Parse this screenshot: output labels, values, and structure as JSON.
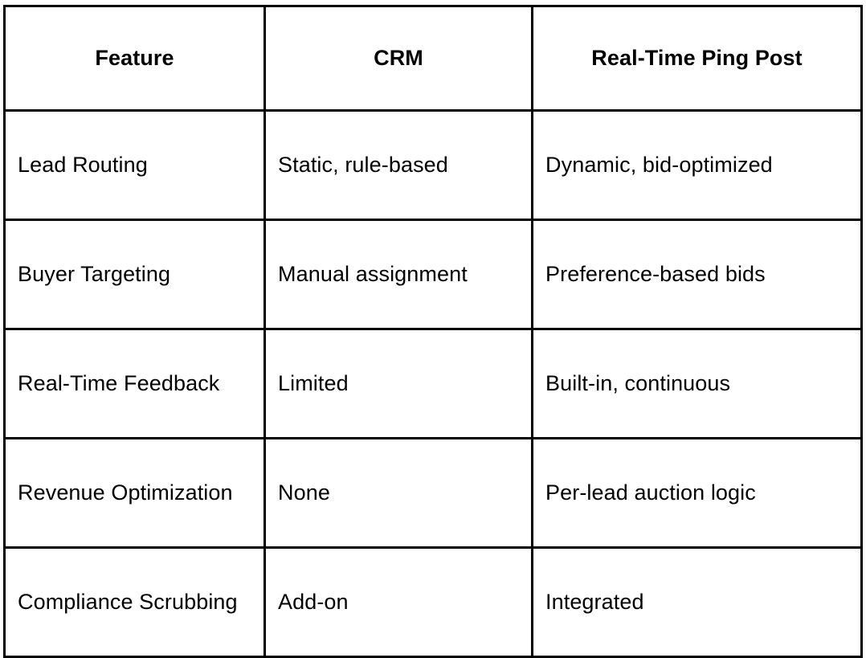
{
  "table": {
    "columns": [
      "Feature",
      "CRM",
      "Real-Time Ping Post"
    ],
    "rows": [
      {
        "feature": "Lead Routing",
        "crm": "Static, rule-based",
        "ping_post": "Dynamic, bid-optimized"
      },
      {
        "feature": "Buyer Targeting",
        "crm": "Manual assignment",
        "ping_post": "Preference-based bids"
      },
      {
        "feature": "Real-Time Feedback",
        "crm": "Limited",
        "ping_post": "Built-in, continuous"
      },
      {
        "feature": "Revenue Optimization",
        "crm": "None",
        "ping_post": "Per-lead auction logic"
      },
      {
        "feature": "Compliance Scrubbing",
        "crm": "Add-on",
        "ping_post": "Integrated"
      }
    ],
    "style": {
      "border_color": "#000000",
      "text_color": "#000000",
      "background_color": "#ffffff"
    }
  }
}
